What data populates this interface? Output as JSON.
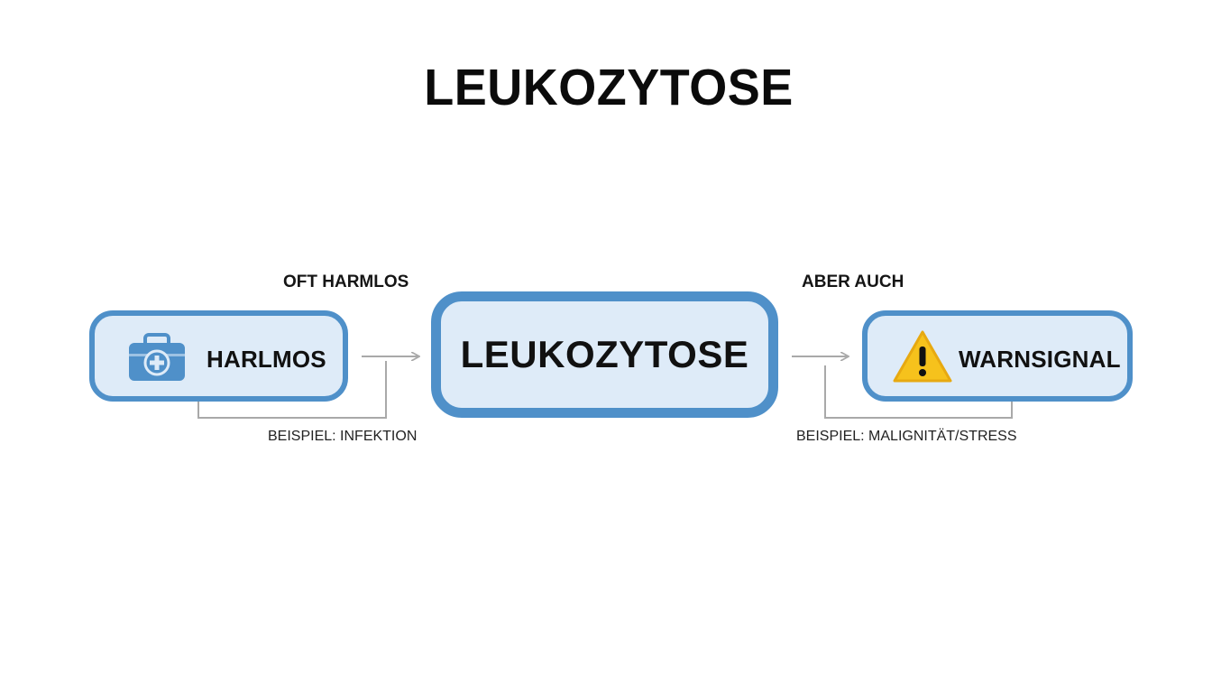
{
  "title": "LEUKOZYTOSE",
  "nodes": {
    "left": {
      "label": "HARLMOS",
      "icon": "medical-kit-icon",
      "caption_top": "OFT HARMLOS",
      "caption_bottom": "BEISPIEL: INFEKTION"
    },
    "center": {
      "label": "LEUKOZYTOSE"
    },
    "right": {
      "label": "WARNSIGNAL",
      "icon": "warning-icon",
      "caption_top": "ABER AUCH",
      "caption_bottom": "BEISPIEL: MALIGNITÄT/STRESS"
    }
  },
  "colors": {
    "box_border": "#4f90c9",
    "box_fill": "#deebf8",
    "icon_blue": "#4f90c9",
    "warning_yellow": "#f6c21c",
    "connector_gray": "#a9a9a9"
  }
}
